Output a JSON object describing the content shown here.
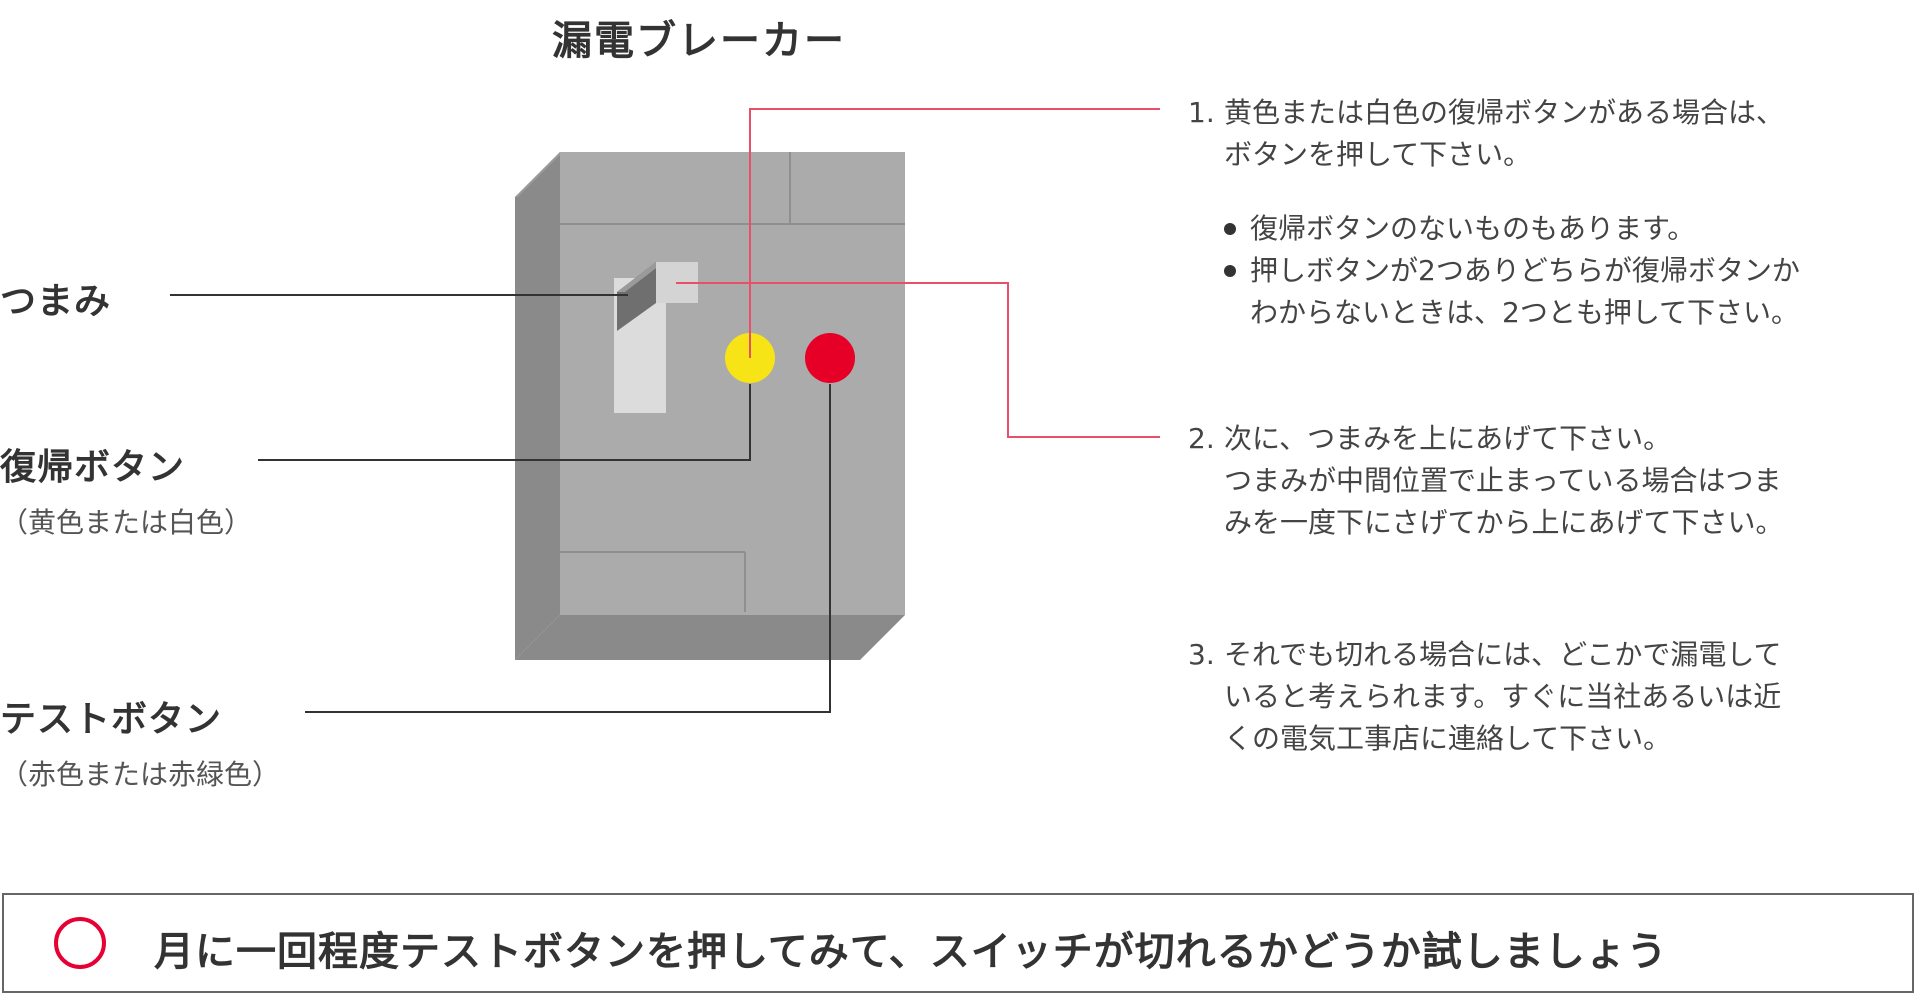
{
  "title": "漏電ブレーカー",
  "labels": {
    "knob": "つまみ",
    "reset_button": "復帰ボタン",
    "reset_button_note": "（黄色または白色）",
    "test_button": "テストボタン",
    "test_button_note": "（赤色または赤緑色）"
  },
  "steps": [
    {
      "num": "1.",
      "lines": [
        "黄色または白色の復帰ボタンがある場合は、",
        "ボタンを押して下さい。"
      ]
    },
    {
      "num": "2.",
      "lines": [
        "次に、つまみを上にあげて下さい。",
        "つまみが中間位置で止まっている場合はつま",
        "みを一度下にさげてから上にあげて下さい。"
      ]
    },
    {
      "num": "3.",
      "lines": [
        "それでも切れる場合には、どこかで漏電して",
        "いると考えられます。すぐに当社あるいは近",
        "くの電気工事店に連絡して下さい。"
      ]
    }
  ],
  "notes": [
    {
      "lines": [
        "復帰ボタンのないものもあります。"
      ]
    },
    {
      "lines": [
        "押しボタンが2つありどちらが復帰ボタンか",
        "わからないときは、2つとも押して下さい。"
      ]
    }
  ],
  "tip": "月に一回程度テストボタンを押してみて、スイッチが切れるかどうか試しましょう",
  "colors": {
    "leader_red": "#e8506a",
    "leader_dark": "#333333",
    "reset_yellow": "#f7e416",
    "test_red": "#e60027",
    "breaker_face": "#ababab",
    "breaker_side": "#8a8a8a",
    "circle_mark": "#e60033"
  }
}
